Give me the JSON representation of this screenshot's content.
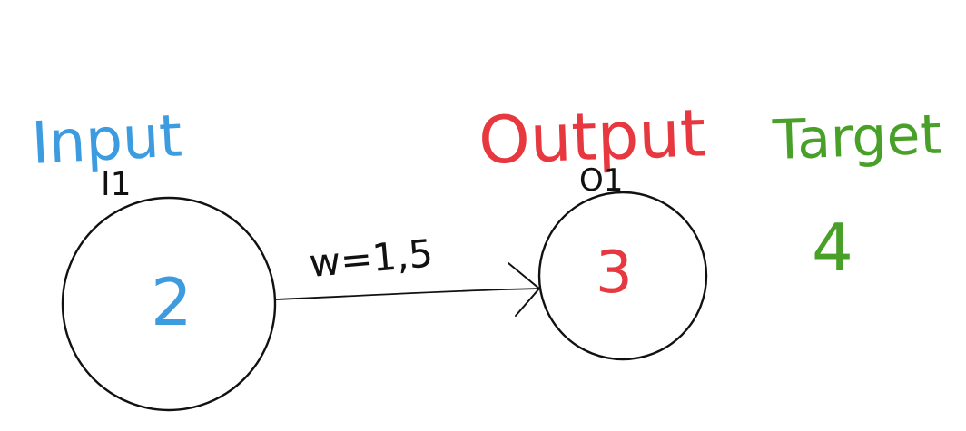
{
  "labels": {
    "input_title": "Input",
    "output_title": "Output",
    "target_title": "Target",
    "input_node_id": "I1",
    "output_node_id": "O1",
    "weight_label": "w=1,5"
  },
  "values": {
    "input_value": "2",
    "output_value": "3",
    "target_value": "4"
  },
  "colors": {
    "input": "#3d9be0",
    "output": "#e8383f",
    "target": "#48a028",
    "ink": "#111111"
  }
}
